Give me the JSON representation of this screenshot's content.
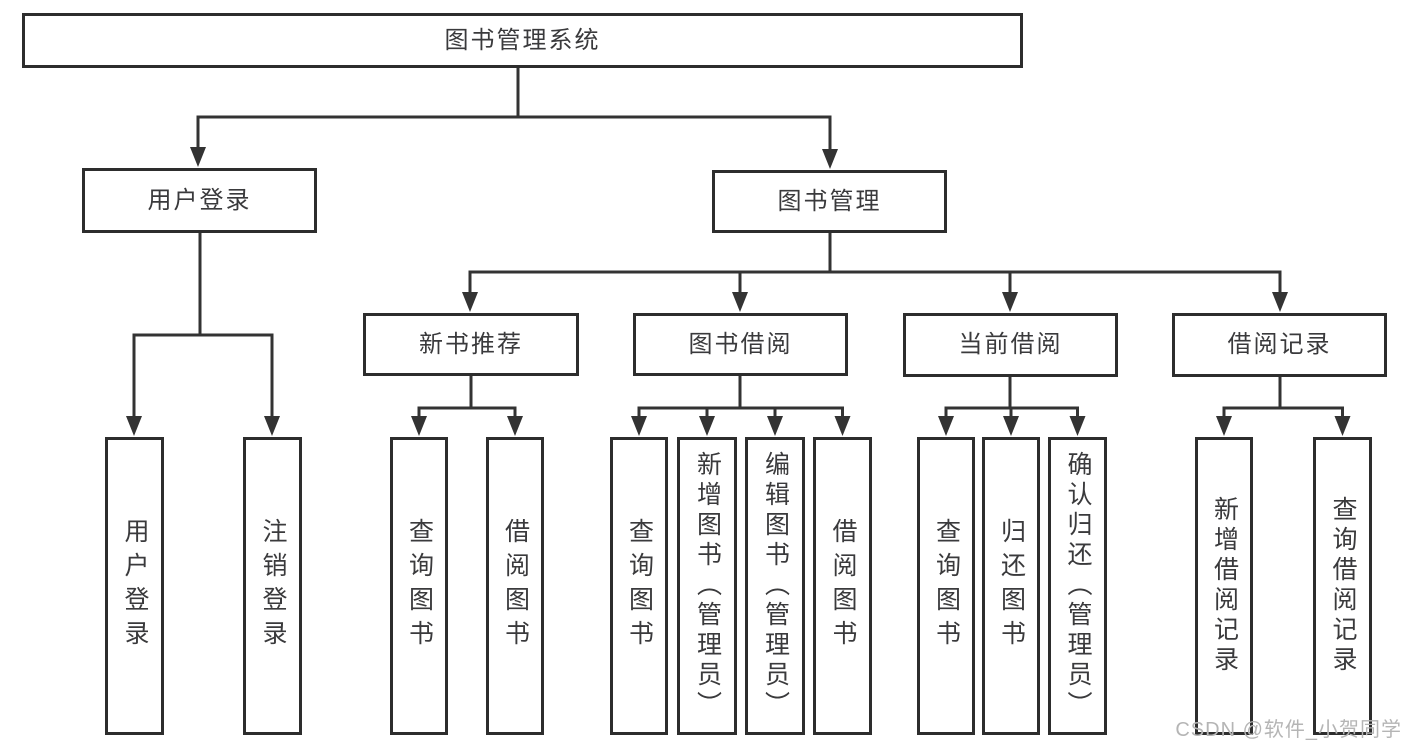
{
  "nodes": {
    "root": "图书管理系统",
    "user_login": "用户登录",
    "book_mgmt": "图书管理",
    "new_books": "新书推荐",
    "book_borrow": "图书借阅",
    "current_borrow": "当前借阅",
    "borrow_records": "借阅记录",
    "leaf_user_login": "用户登录",
    "leaf_logout": "注销登录",
    "leaf_nb_query": "查询图书",
    "leaf_nb_borrow": "借阅图书",
    "leaf_bb_query": "查询图书",
    "leaf_bb_add": "新增图书（管理员）",
    "leaf_bb_edit": "编辑图书（管理员）",
    "leaf_bb_borrow": "借阅图书",
    "leaf_cb_query": "查询图书",
    "leaf_cb_return": "归还图书",
    "leaf_cb_confirm": "确认归还（管理员）",
    "leaf_br_add": "新增借阅记录",
    "leaf_br_query": "查询借阅记录"
  },
  "watermark": "CSDN @软件_小贺同学",
  "colors": {
    "line": "#333333",
    "box_border": "#2d2d2d",
    "text": "#3a3a3c",
    "watermark": "#b5b5b5",
    "bg": "#ffffff"
  }
}
